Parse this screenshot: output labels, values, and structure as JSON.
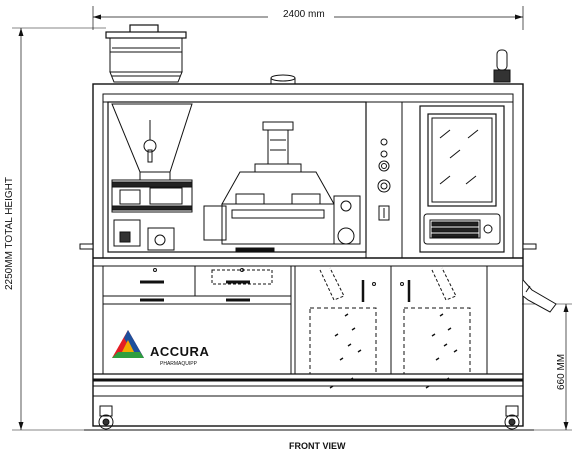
{
  "dimensions": {
    "width": "2400  mm",
    "height": "2250MM  TOTAL  HEIGHT",
    "lower_height": "660  MM"
  },
  "view_label": "FRONT VIEW",
  "logo": {
    "name": "ACCURA",
    "tagline": "PHARMAQUIPP",
    "colors": [
      "#e31e24",
      "#2e9e3e",
      "#1d4f9c",
      "#f2a900"
    ]
  }
}
